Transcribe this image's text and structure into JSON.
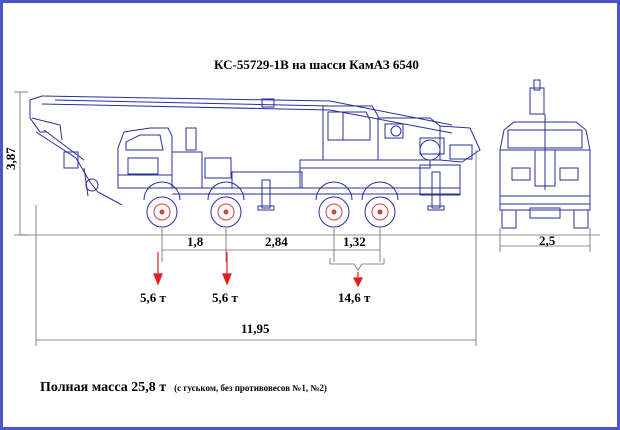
{
  "title": "КС-55729-1В на шасси КамАЗ 6540",
  "colors": {
    "border": "#4a55c8",
    "drawing": "#2a2f9a",
    "dimension": "#6a6a6a",
    "load_arrow": "#e02020",
    "wheel_hub": "#d04040"
  },
  "dimensions": {
    "height": "3,87",
    "wheelbase_1": "1,8",
    "wheelbase_2": "2,84",
    "wheelbase_3": "1,32",
    "width": "2,5",
    "length": "11,95"
  },
  "axle_loads": [
    {
      "value": "5,6 т"
    },
    {
      "value": "5,6 т"
    },
    {
      "value": "14,6 т"
    }
  ],
  "caption": {
    "main": "Полная масса 25,8 т",
    "note": "(с гуськом, без противовесов №1, №2)"
  },
  "icons": [
    "crane-truck-side-view",
    "crane-truck-front-view"
  ]
}
